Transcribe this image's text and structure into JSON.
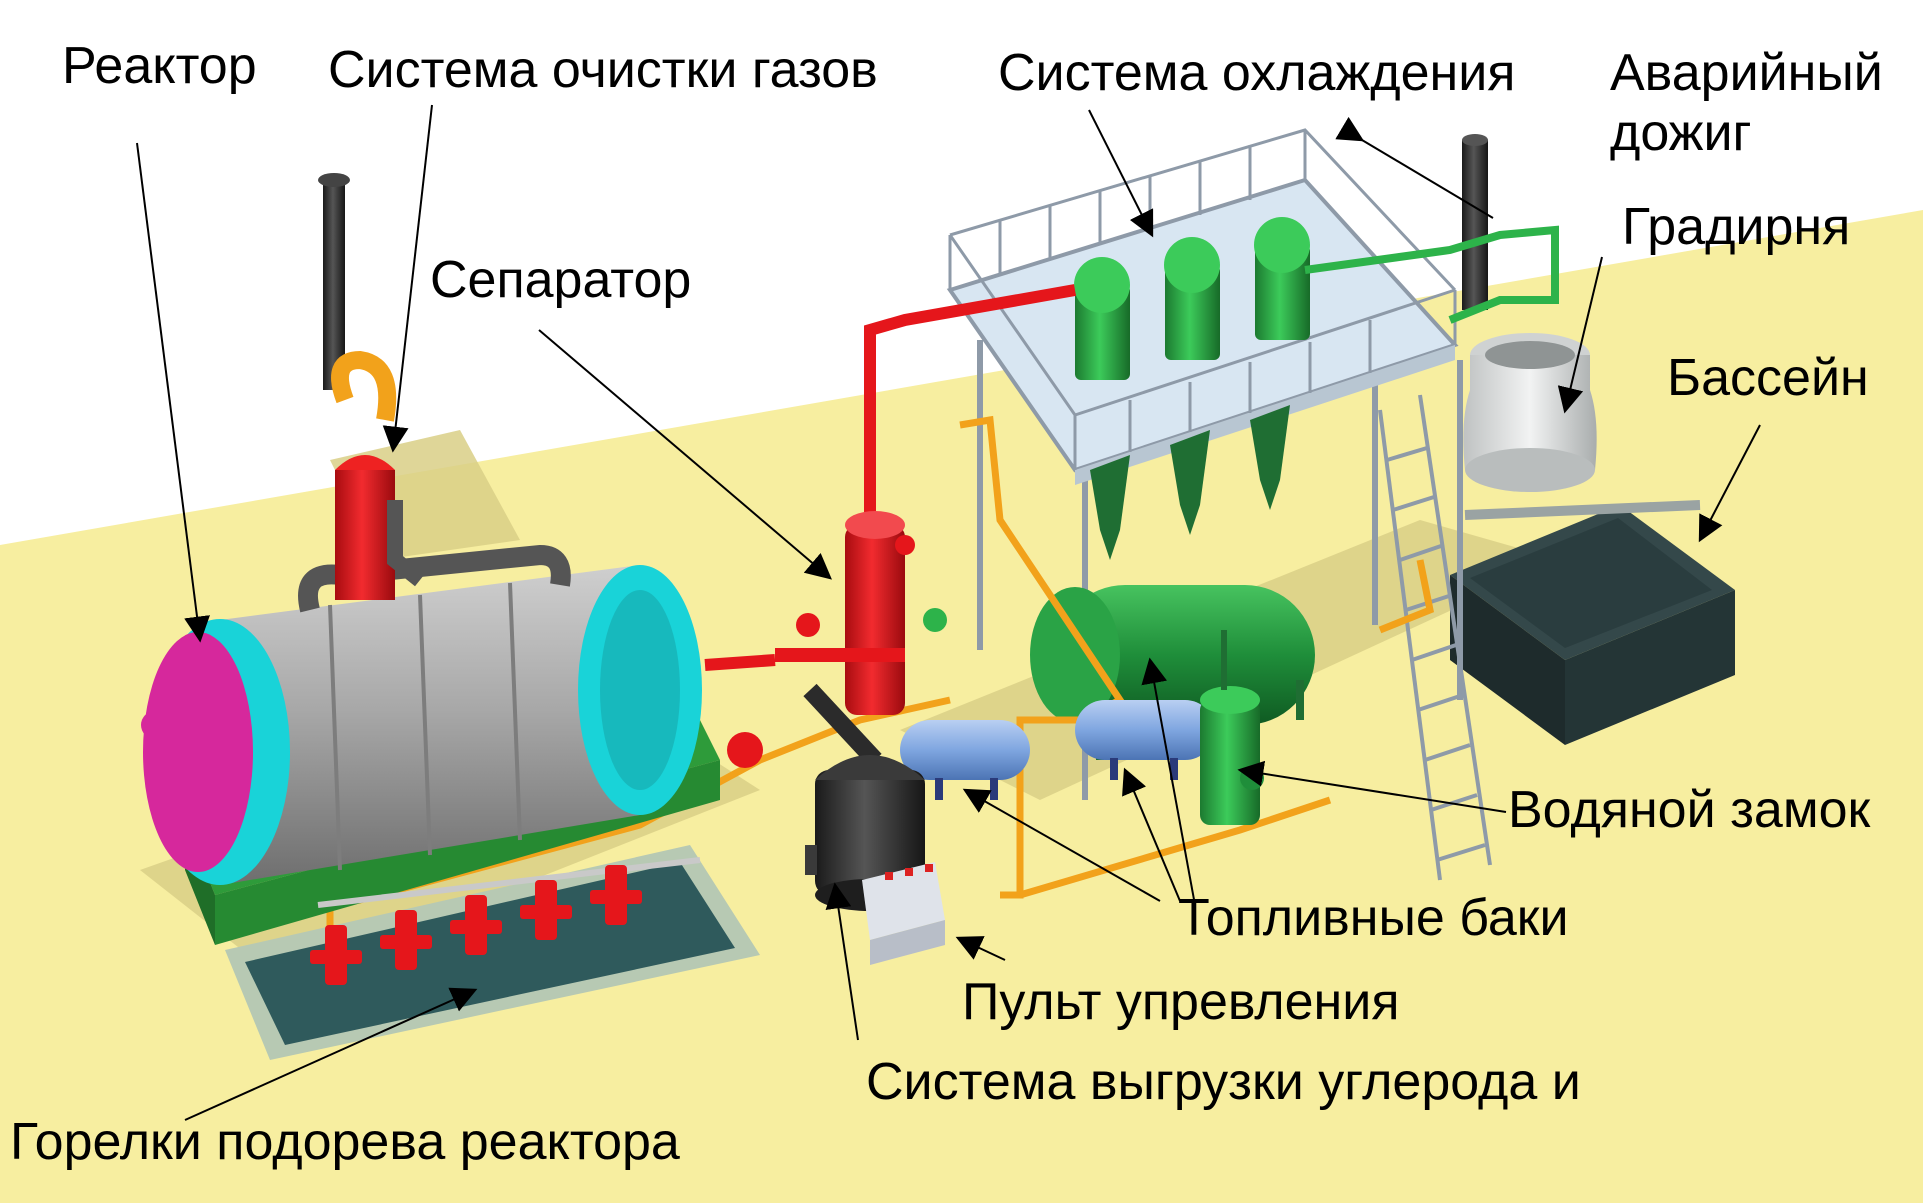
{
  "colors": {
    "ground": "#F7EEA0",
    "ground_edge": "#E9DC86",
    "shadow": "#D9CF86",
    "pit_wall": "#B7C9B3",
    "pit_floor": "#2F5A5C",
    "reactor_body": "#A8A8A8",
    "reactor_body_dark": "#6E6E6E",
    "reactor_cyan": "#19D3D8",
    "reactor_magenta": "#D6289C",
    "base_green": "#2E9B3A",
    "pipe_red": "#E5161B",
    "pipe_orange": "#F2A21B",
    "pipe_green": "#2DB34A",
    "cooling_green": "#2FA84A",
    "tank_green": "#1F8E3A",
    "tank_blue": "#7FA6E0",
    "dark_vessel": "#2B2B2B",
    "pool_dark": "#1E2B2C",
    "tower_white": "#E4E6E6",
    "platform": "#D8E6F2",
    "rail": "#8E9AA8",
    "label_text": "#000000",
    "arrow": "#000000"
  },
  "labels": {
    "reactor": "Реактор",
    "gas_cleaning": "Система очистки газов",
    "cooling_system": "Система охлаждения",
    "emergency_flare": "Аварийный\nдожиг",
    "separator": "Сепаратор",
    "cooling_tower": "Градирня",
    "pool": "Бассейн",
    "water_seal": "Водяной замок",
    "fuel_tanks": "Топливные баки",
    "control_panel": "Пульт упревления",
    "carbon_unloading": "Система выгрузки углерода и",
    "burners": "Горелки подорева реактора"
  }
}
